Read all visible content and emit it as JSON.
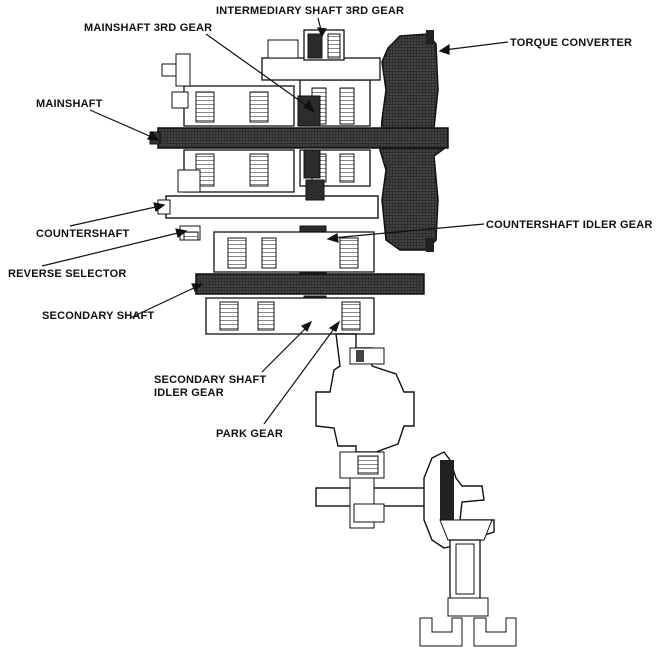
{
  "labels": {
    "intermediary_shaft_3rd_gear": "INTERMEDIARY SHAFT 3RD GEAR",
    "mainshaft_3rd_gear": "MAINSHAFT 3RD GEAR",
    "torque_converter": "TORQUE CONVERTER",
    "mainshaft": "MAINSHAFT",
    "countershaft_idler_gear": "COUNTERSHAFT IDLER GEAR",
    "countershaft": "COUNTERSHAFT",
    "reverse_selector": "REVERSE SELECTOR",
    "secondary_shaft": "SECONDARY SHAFT",
    "secondary_shaft_idler_gear_line1": "SECONDARY SHAFT",
    "secondary_shaft_idler_gear_line2": "IDLER GEAR",
    "park_gear": "PARK GEAR"
  },
  "colors": {
    "ink": "#111111",
    "shaft_fill": "#3a3a3a",
    "part_fill": "#ffffff",
    "hatch": "#555555"
  }
}
